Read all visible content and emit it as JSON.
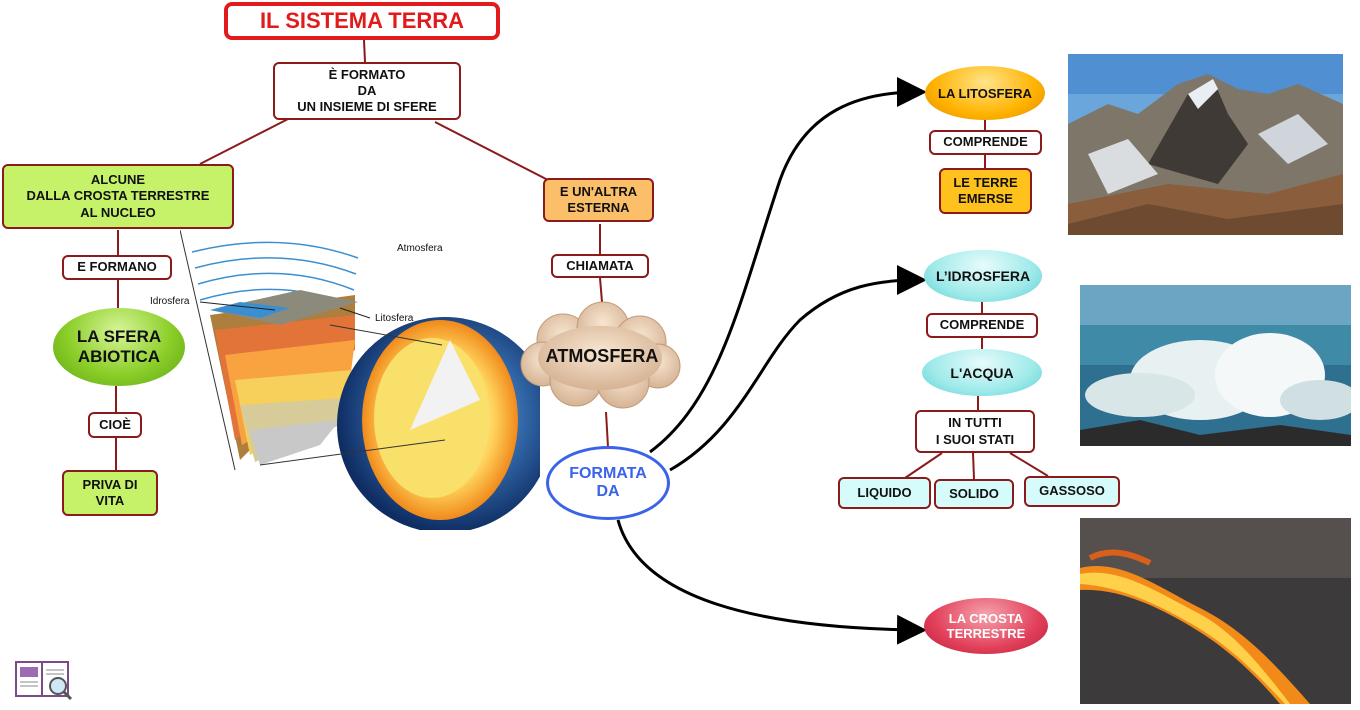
{
  "title": "IL SISTEMA TERRA",
  "nodes": {
    "formato": "È FORMATO\nDA\nUN INSIEME DI SFERE",
    "alcune": "ALCUNE\nDALLA CROSTA TERRESTRE\nAL NUCLEO",
    "altra": "E UN'ALTRA\nESTERNA",
    "formano": "E FORMANO",
    "chiamata": "CHIAMATA",
    "sfera_abiotica": "LA SFERA\nABIOTICA",
    "atmosfera": "ATMOSFERA",
    "cioe": "CIOÈ",
    "priva": "PRIVA DI\nVITA",
    "formata": "FORMATA\nDA",
    "litosfera": "LA LITOSFERA",
    "comprende1": "COMPRENDE",
    "terre": "LE TERRE\nEMERSE",
    "idrosfera": "L’IDROSFERA",
    "comprende2": "COMPRENDE",
    "acqua": "L'ACQUA",
    "stati": "IN TUTTI\nI SUOI STATI",
    "liquido": "LIQUIDO",
    "solido": "SOLIDO",
    "gassoso": "GASSOSO",
    "crosta": "LA CROSTA\nTERRESTRE"
  },
  "earth_labels": {
    "atmosfera": "Atmosfera",
    "idrosfera": "Idrosfera",
    "litosfera": "Litosfera"
  },
  "colors": {
    "title_border": "#e11b1b",
    "line": "#8b1a1a",
    "arrow": "#000000",
    "formata_text": "#3a63e8"
  },
  "icons": [
    "earth-cross-section-illustration",
    "mountain-photo",
    "ocean-wave-photo",
    "lava-flow-photo",
    "book-magnifier-icon"
  ]
}
